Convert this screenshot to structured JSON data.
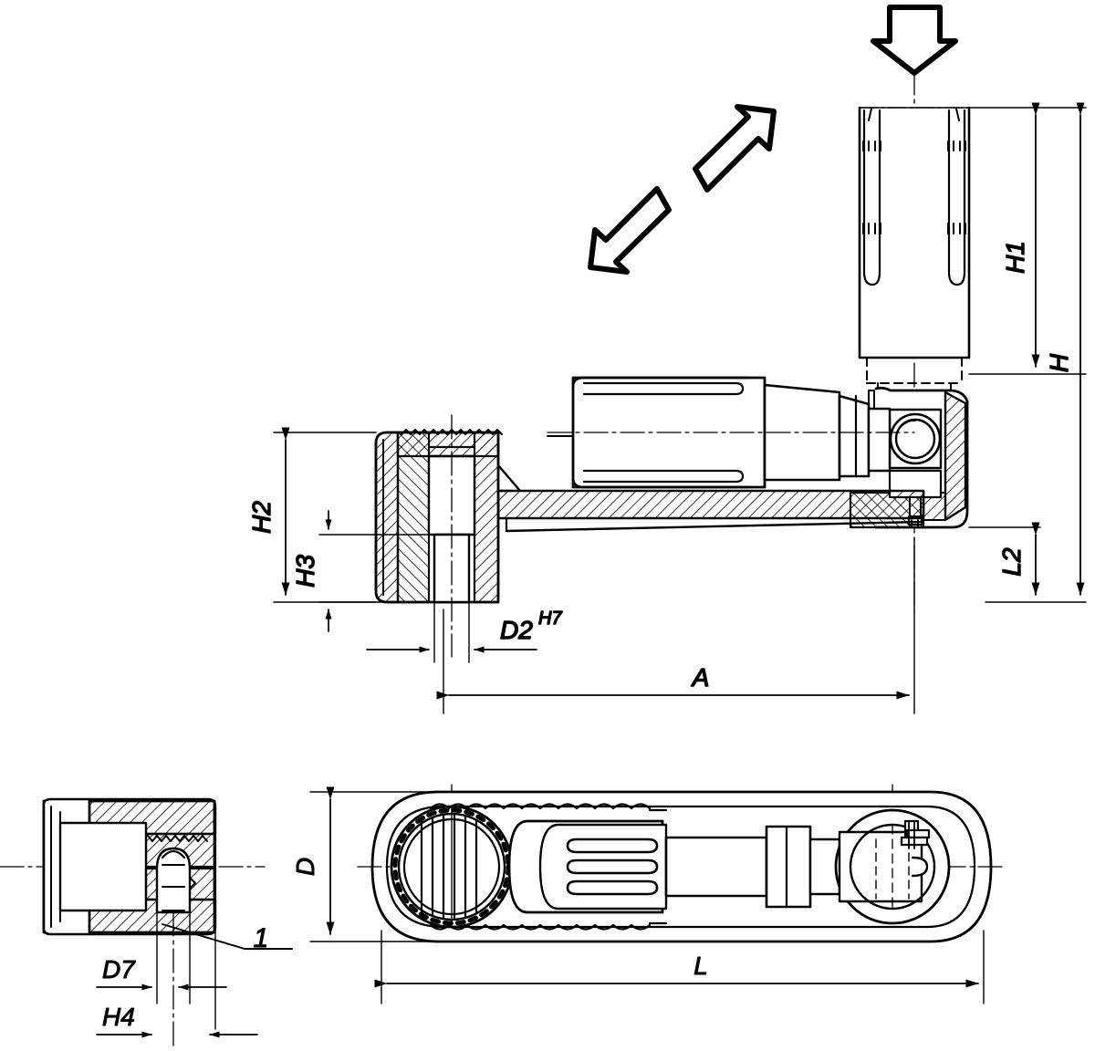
{
  "drawing": {
    "type": "engineering-drawing",
    "subject": "folding crank handle with revolving grip",
    "background_color": "#ffffff",
    "line_color": "#000000",
    "views": [
      {
        "name": "front-elevation-section",
        "position": "top-right"
      },
      {
        "name": "side-section-view",
        "position": "bottom-left"
      },
      {
        "name": "plan-view",
        "position": "bottom-right"
      }
    ]
  },
  "dimensions": {
    "H1": {
      "label": "H1",
      "view": "front-elevation-section",
      "orientation": "vertical"
    },
    "H": {
      "label": "H",
      "view": "front-elevation-section",
      "orientation": "vertical"
    },
    "H2": {
      "label": "H2",
      "view": "front-elevation-section",
      "orientation": "vertical"
    },
    "H3": {
      "label": "H3",
      "view": "front-elevation-section",
      "orientation": "vertical"
    },
    "L2": {
      "label": "L2",
      "view": "front-elevation-section",
      "orientation": "vertical"
    },
    "D2": {
      "label": "D2",
      "tolerance": "H7",
      "view": "front-elevation-section",
      "orientation": "horizontal"
    },
    "A": {
      "label": "A",
      "view": "front-elevation-section",
      "orientation": "horizontal"
    },
    "D": {
      "label": "D",
      "view": "plan-view",
      "orientation": "vertical"
    },
    "L": {
      "label": "L",
      "view": "plan-view",
      "orientation": "horizontal"
    },
    "D7": {
      "label": "D7",
      "view": "side-section-view",
      "orientation": "horizontal"
    },
    "H4": {
      "label": "H4",
      "view": "side-section-view",
      "orientation": "horizontal"
    }
  },
  "callouts": [
    {
      "id": "1",
      "label": "1",
      "view": "side-section-view"
    }
  ],
  "motion_arrows": [
    {
      "name": "arrow-up-right",
      "direction": "up-right"
    },
    {
      "name": "arrow-down-left",
      "direction": "down-left"
    },
    {
      "name": "arrow-down-press",
      "direction": "down"
    }
  ]
}
